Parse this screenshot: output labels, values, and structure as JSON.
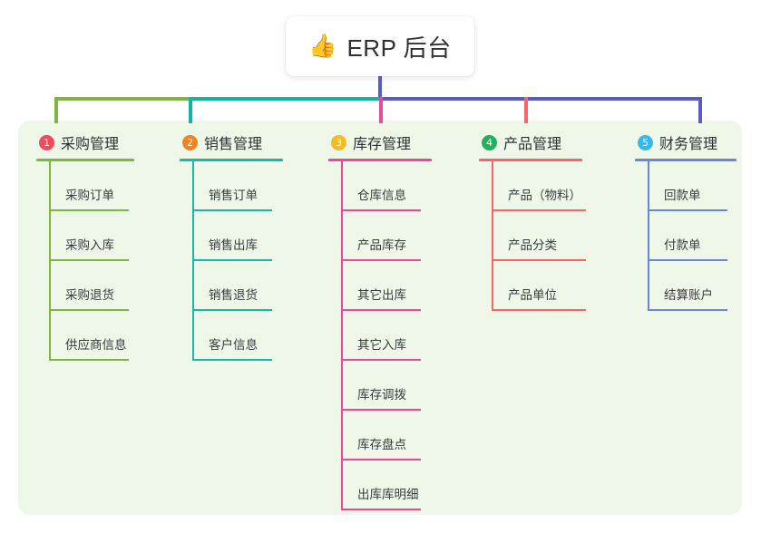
{
  "root": {
    "icon": "thumbs-up-icon",
    "icon_glyph": "👍",
    "title": "ERP 后台"
  },
  "panel": {
    "background_color": "#eff7e9"
  },
  "connectors": {
    "stem_color": "#5a5ac8",
    "bar_segment_colors": [
      "#7cb83f",
      "#11b5a4",
      "#5a5ac8"
    ]
  },
  "columns": [
    {
      "index": "1",
      "badge_color": "#ef4a5e",
      "line_color": "#7cb83f",
      "title": "采购管理",
      "items": [
        "采购订单",
        "采购入库",
        "采购退货",
        "供应商信息"
      ]
    },
    {
      "index": "2",
      "badge_color": "#f58220",
      "line_color": "#19b9a9",
      "title": "销售管理",
      "items": [
        "销售订单",
        "销售出库",
        "销售退货",
        "客户信息"
      ]
    },
    {
      "index": "3",
      "badge_color": "#f7bc1c",
      "line_color": "#ec4899",
      "title": "库存管理",
      "items": [
        "仓库信息",
        "产品库存",
        "其它出库",
        "其它入库",
        "库存调拨",
        "库存盘点",
        "出库库明细"
      ]
    },
    {
      "index": "4",
      "badge_color": "#1eb35a",
      "line_color": "#f4666b",
      "title": "产品管理",
      "items": [
        "产品（物料）",
        "产品分类",
        "产品单位"
      ]
    },
    {
      "index": "5",
      "badge_color": "#35b9e8",
      "line_color": "#6a86d6",
      "title": "财务管理",
      "items": [
        "回款单",
        "付款单",
        "结算账户"
      ]
    }
  ]
}
